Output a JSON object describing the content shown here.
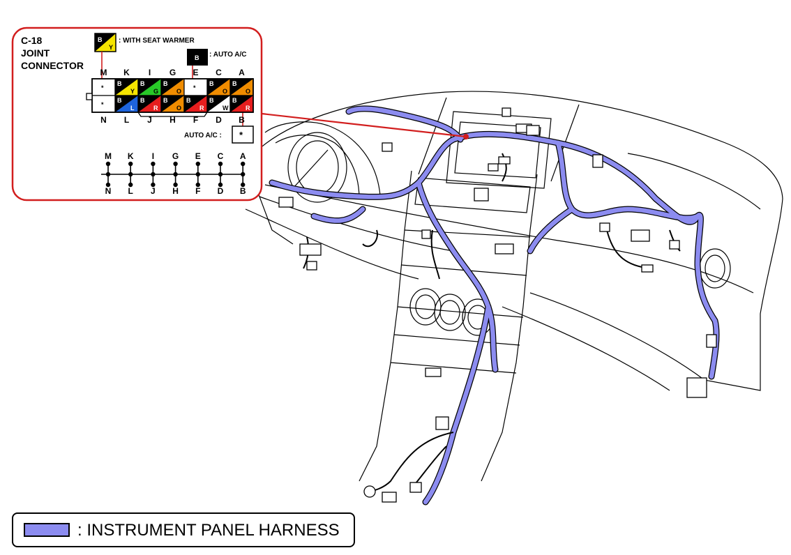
{
  "inset": {
    "connector_id": "C-18",
    "connector_name_line1": "JOINT",
    "connector_name_line2": "CONNECTOR",
    "note_seat_warmer": ": WITH SEAT WARMER",
    "note_auto_ac": ": AUTO A/C",
    "note_auto_ac_star": "AUTO A/C :",
    "star_symbol": "*",
    "top_pin_letters": [
      "M",
      "K",
      "I",
      "G",
      "E",
      "C",
      "A"
    ],
    "bottom_pin_letters": [
      "N",
      "L",
      "J",
      "H",
      "F",
      "D",
      "B"
    ],
    "top_cells": [
      {
        "pin": "M",
        "text1": "*",
        "text2": "",
        "color": "#ffffff"
      },
      {
        "pin": "K",
        "text1": "B",
        "text2": "Y",
        "color": "#f5e400"
      },
      {
        "pin": "I",
        "text1": "B",
        "text2": "G",
        "color": "#28c828"
      },
      {
        "pin": "G",
        "text1": "B",
        "text2": "O",
        "color": "#f08c00"
      },
      {
        "pin": "E",
        "text1": "*",
        "text2": "",
        "color": "#ffffff"
      },
      {
        "pin": "C",
        "text1": "B",
        "text2": "O",
        "color": "#f08c00"
      },
      {
        "pin": "A",
        "text1": "B",
        "text2": "O",
        "color": "#f08c00"
      }
    ],
    "bottom_cells": [
      {
        "pin": "N",
        "text1": "*",
        "text2": "",
        "color": "#ffffff"
      },
      {
        "pin": "L",
        "text1": "B",
        "text2": "L",
        "color": "#1e64dc"
      },
      {
        "pin": "J",
        "text1": "B",
        "text2": "R",
        "color": "#e61e1e"
      },
      {
        "pin": "H",
        "text1": "B",
        "text2": "O",
        "color": "#f08c00"
      },
      {
        "pin": "F",
        "text1": "B",
        "text2": "R",
        "color": "#e61e1e"
      },
      {
        "pin": "D",
        "text1": "B",
        "text2": "W",
        "color": "#ffffff"
      },
      {
        "pin": "B",
        "text1": "B",
        "text2": "R",
        "color": "#e61e1e"
      }
    ],
    "seat_warmer_swatch": {
      "text1": "B",
      "text2": "Y"
    },
    "auto_ac_swatch": {
      "text": "B"
    }
  },
  "legend": {
    "label": ": INSTRUMENT PANEL HARNESS",
    "harness_color": "#8c8cf0"
  },
  "colors": {
    "callout_red": "#d21e1e",
    "harness_fill": "#8c8cf0",
    "line": "#000000"
  }
}
